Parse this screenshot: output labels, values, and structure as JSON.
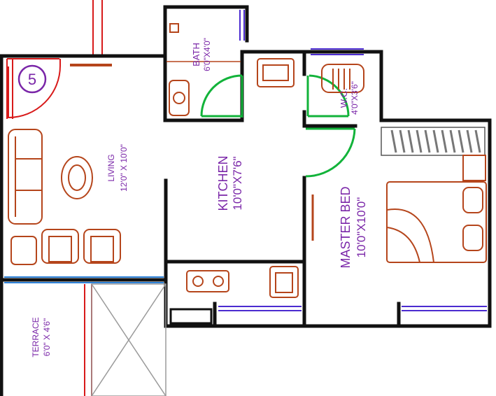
{
  "rooms": {
    "bath": {
      "name": "BATH",
      "size": "6'0\"X4'0\""
    },
    "wc": {
      "name": "W.C.",
      "size": "4'0\"X3'6\""
    },
    "living": {
      "name": "LIVING",
      "size": "12'0\" X 10'0\""
    },
    "kitchen": {
      "name": "KITCHEN",
      "size": "10'0\"X7'6\""
    },
    "master_bed": {
      "name": "MASTER BED",
      "size": "10'0\"X10'0\""
    },
    "terrace": {
      "name": "TERRACE",
      "size": "6'0\" X 4'6\""
    }
  },
  "unit_marker": "5",
  "colors": {
    "walls": "#111111",
    "furniture": "#b5451b",
    "labels": "#7a26a8",
    "doors": "#12b33a",
    "windows": "#4b2bd0",
    "railing": "#d81a1a",
    "glazing": "#2a7fd6"
  }
}
